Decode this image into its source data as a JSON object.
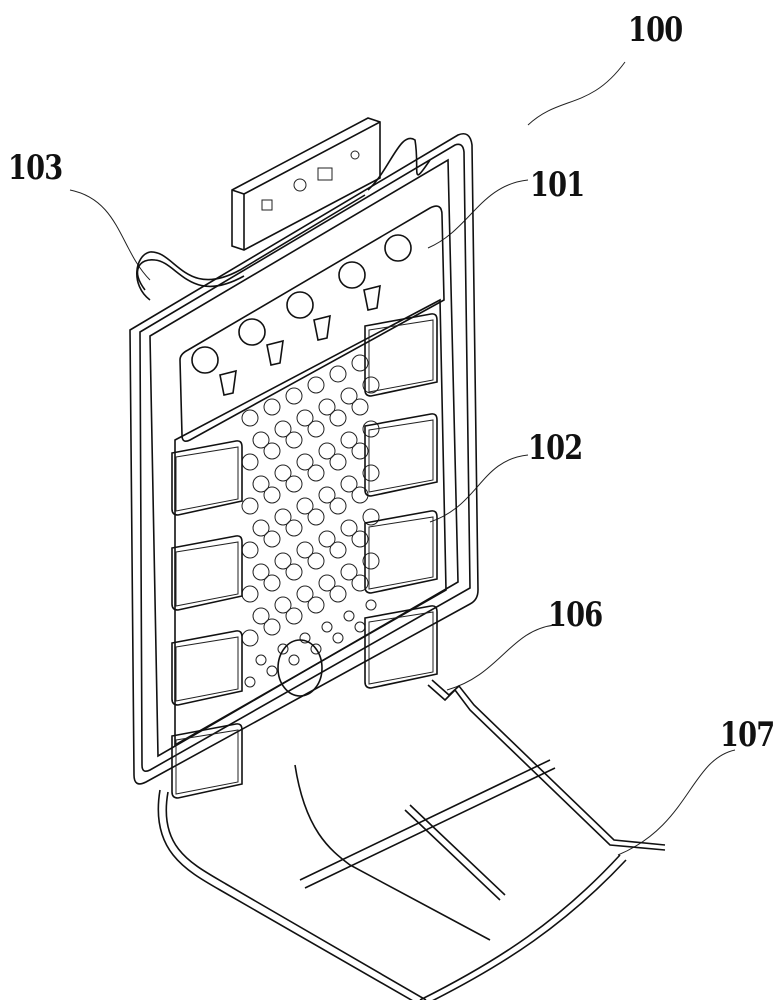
{
  "figure": {
    "labels": [
      {
        "id": "device",
        "text": "100"
      },
      {
        "id": "plate",
        "text": "101"
      },
      {
        "id": "pad",
        "text": "102"
      },
      {
        "id": "tube",
        "text": "103"
      },
      {
        "id": "frame-joint",
        "text": "106"
      },
      {
        "id": "base-frame",
        "text": "107"
      }
    ]
  }
}
